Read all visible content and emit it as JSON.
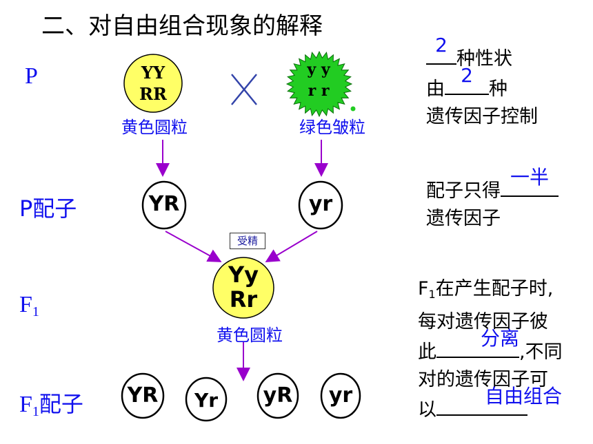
{
  "title": "二、对自由组合现象的解释",
  "rows": {
    "p": "P",
    "p_gametes": "P配子",
    "f1_prefix": "F",
    "f1_sub": "1",
    "f1_gametes_prefix": "F",
    "f1_gametes_sub": "1",
    "f1_gametes_suffix": "配子"
  },
  "parents": {
    "left": {
      "line1": "YY",
      "line2": "RR",
      "phenotype": "黄色圆粒"
    },
    "cross_symbol": "×",
    "right": {
      "line1": "y y",
      "line2": "r r",
      "phenotype": "绿色皱粒"
    }
  },
  "p_gametes": [
    "YR",
    "yr"
  ],
  "fertilization_label": "受精",
  "f1": {
    "line1": "Yy",
    "line2": "Rr",
    "phenotype": "黄色圆粒"
  },
  "f1_gametes": [
    "YR",
    "Yr",
    "yR",
    "yr"
  ],
  "notes": {
    "n1_answer": "2",
    "n1_text": "种性状",
    "n1_line2_prefix": "由",
    "n1_line2_answer": "2",
    "n1_line2_suffix": "种",
    "n1_line3": "遗传因子控制",
    "n2_prefix": "配子只得",
    "n2_answer": "一半",
    "n2_line2": "遗传因子",
    "n3_line1_prefix": "F",
    "n3_line1_sub": "1",
    "n3_line1_suffix": "在产生配子时,",
    "n3_line2": "每对遗传因子彼",
    "n3_line3_prefix": "此",
    "n3_line3_answer": "分离",
    "n3_line3_suffix": ",不同",
    "n3_line4": "对的遗传因子可",
    "n3_line5_prefix": "以",
    "n3_line5_answer": "自由组合"
  },
  "colors": {
    "label_blue": "#1010ee",
    "yellow_fill": "#ffff66",
    "green_fill": "#22cc22",
    "arrow_purple": "#9900cc",
    "cross_blue": "#3344aa"
  }
}
